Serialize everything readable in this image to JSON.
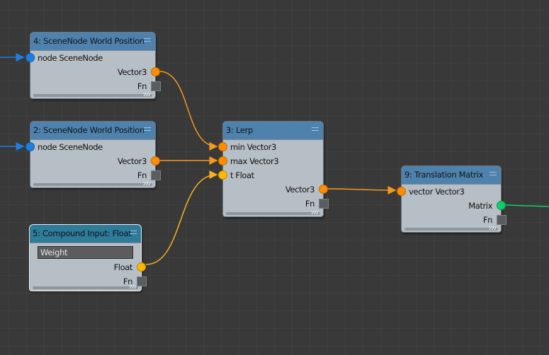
{
  "colors": {
    "background": "#393939",
    "header": "#4e82ac",
    "header_compound": "#2e7b9a",
    "pin_scenenode": "#1f7fe0",
    "pin_vector3": "#ff8c00",
    "pin_float": "#ffb800",
    "pin_matrix": "#10cc6a",
    "wire_vector3": "#f39a1c",
    "wire_float": "#f5b21d"
  },
  "nodes": {
    "n4": {
      "title": "4: SceneNode World Position",
      "input": "node SceneNode",
      "output": "Vector3",
      "fn": "Fn"
    },
    "n2": {
      "title": "2: SceneNode World Position",
      "input": "node SceneNode",
      "output": "Vector3",
      "fn": "Fn"
    },
    "n5": {
      "title": "5: Compound Input: Float",
      "field_value": "Weight",
      "output": "Float",
      "fn": "Fn"
    },
    "n3": {
      "title": "3: Lerp",
      "inputs": [
        "min Vector3",
        "max Vector3",
        "t Float"
      ],
      "output": "Vector3",
      "fn": "Fn"
    },
    "n9": {
      "title": "9: Translation Matrix",
      "input": "vector Vector3",
      "output": "Matrix",
      "fn": "Fn"
    }
  },
  "icons": {
    "minimize": "minimize-icon",
    "resize": "resize-grip-icon",
    "pin": "port-circle-icon",
    "fn": "fn-square-icon"
  }
}
